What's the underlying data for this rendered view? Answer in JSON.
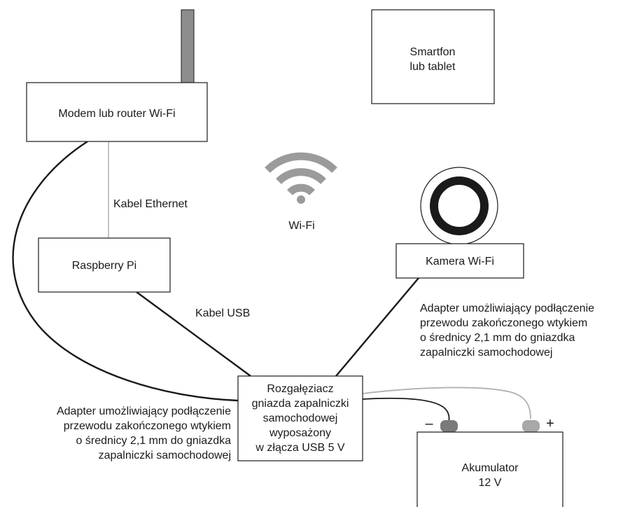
{
  "modem": {
    "label": "Modem lub router Wi-Fi"
  },
  "smartphone": {
    "line1": "Smartfon",
    "line2": "lub tablet"
  },
  "wifi": {
    "label": "Wi-Fi"
  },
  "ethernet": {
    "label": "Kabel Ethernet"
  },
  "raspberry": {
    "label": "Raspberry Pi"
  },
  "camera": {
    "label": "Kamera Wi-Fi"
  },
  "usb_cable": {
    "label": "Kabel USB"
  },
  "adapter_right": {
    "lines": [
      "Adapter umożliwiający podłączenie",
      "przewodu zakończonego wtykiem",
      "o średnicy 2,1 mm do gniazdka",
      "zapalniczki samochodowej"
    ]
  },
  "adapter_left": {
    "lines": [
      "Adapter umożliwiający podłączenie",
      "przewodu zakończonego wtykiem",
      "o średnicy 2,1 mm do gniazdka",
      "zapalniczki samochodowej"
    ]
  },
  "splitter": {
    "lines": [
      "Rozgałęziacz",
      "gniazda zapalniczki",
      "samochodowej",
      "wyposażony",
      "w złącza USB 5 V"
    ]
  },
  "battery": {
    "line1": "Akumulator",
    "line2": "12 V",
    "minus": "–",
    "plus": "+"
  },
  "colors": {
    "line": "#1a1a1a",
    "gray_cable": "#b0b0b0",
    "antenna": "#8c8c8c",
    "wifi_icon": "#9b9b9b",
    "minus_terminal": "#7a7a7a",
    "plus_terminal": "#a8a8a8"
  }
}
